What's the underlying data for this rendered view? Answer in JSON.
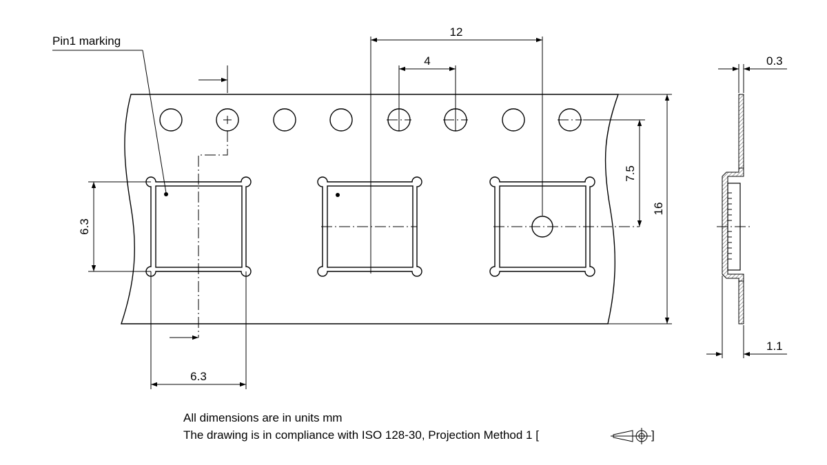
{
  "labels": {
    "pin1": "Pin1 marking"
  },
  "dimensions": {
    "pitch_12": "12",
    "pitch_4": "4",
    "offset_7_5": "7.5",
    "width_16": "16",
    "pocket_h": "6.3",
    "pocket_w": "6.3",
    "thickness_0_3": "0.3",
    "depth_1_1": "1.1"
  },
  "notes": {
    "line1": "All dimensions are in units mm",
    "line2": "The drawing is in compliance with ISO 128-30, Projection Method 1 [",
    "line2_end": "]"
  }
}
